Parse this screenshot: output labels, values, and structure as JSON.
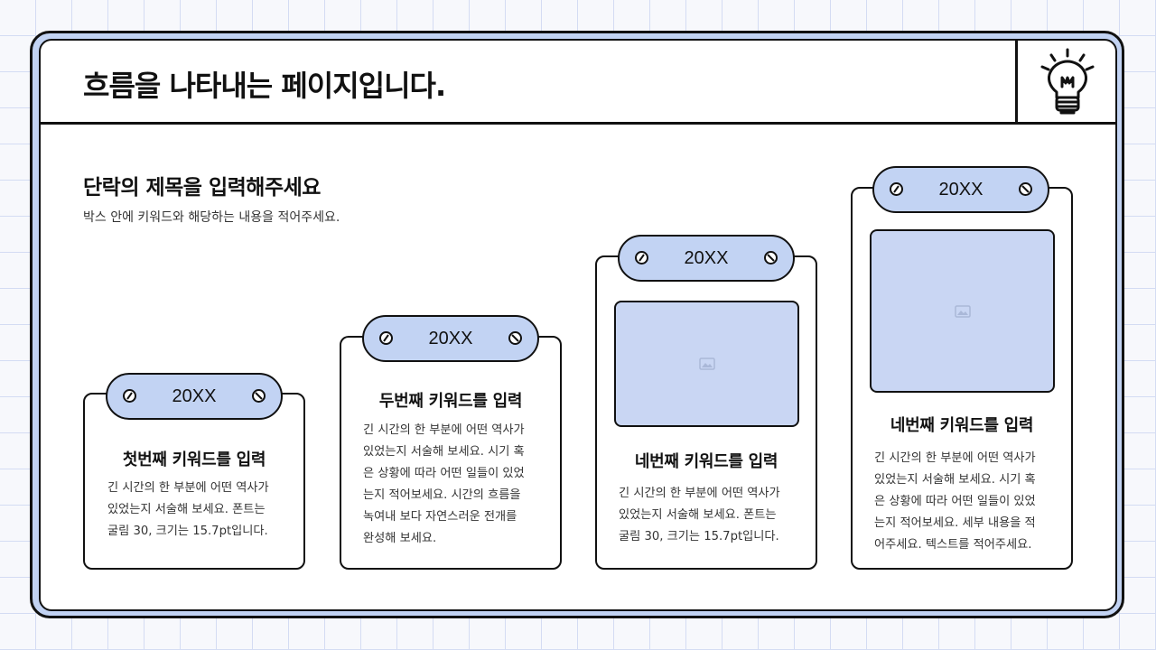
{
  "header": {
    "title": "흐름을 나타내는 페이지입니다."
  },
  "section": {
    "title": "단락의 제목을 입력해주세요",
    "subtitle": "박스 안에 키워드와 해당하는 내용을 적어주세요."
  },
  "icons": {
    "header": "lightbulb-icon",
    "pill_left": "screw-icon",
    "pill_right": "screw-icon",
    "placeholder": "image-placeholder-icon"
  },
  "colors": {
    "accent": "#c2d3f3",
    "outline": "#111111",
    "grid": "#d4dcf3"
  },
  "cards": [
    {
      "year": "20XX",
      "heading": "첫번째 키워드를 입력",
      "body": "긴 시간의 한 부분에 어떤 역사가\n있었는지 서술해 보세요. 폰트는\n굴림 30, 크기는 15.7pt입니다."
    },
    {
      "year": "20XX",
      "heading": "두번째 키워드를 입력",
      "body": "긴 시간의 한 부분에 어떤 역사가\n있었는지 서술해 보세요. 시기 혹\n은 상황에 따라 어떤 일들이 있었\n는지 적어보세요. 시간의 흐름을\n녹여내 보다 자연스러운 전개를\n완성해 보세요."
    },
    {
      "year": "20XX",
      "heading": "네번째 키워드를 입력",
      "body": "긴 시간의 한 부분에 어떤 역사가\n있었는지 서술해 보세요. 폰트는\n굴림 30, 크기는 15.7pt입니다."
    },
    {
      "year": "20XX",
      "heading": "네번째 키워드를 입력",
      "body": "긴 시간의 한 부분에 어떤 역사가\n있었는지 서술해 보세요. 시기 혹\n은 상황에 따라 어떤 일들이 있었\n는지 적어보세요. 세부 내용을 적\n어주세요. 텍스트를 적어주세요."
    }
  ]
}
